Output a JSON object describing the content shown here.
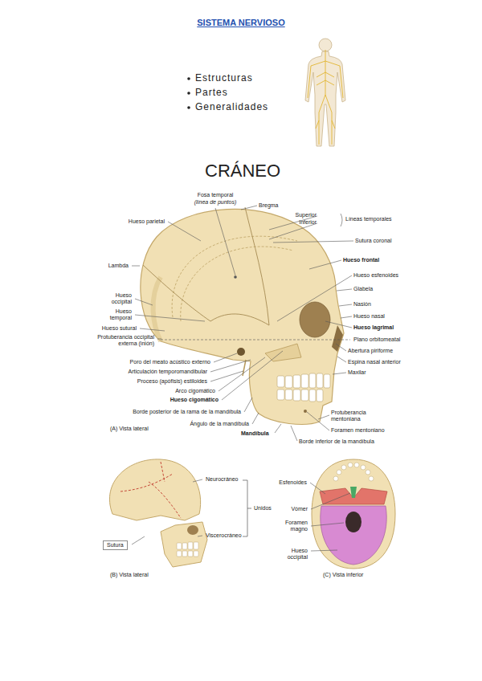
{
  "diagram": {
    "title": "SISTEMA NERVIOSO",
    "nodes": [
      {
        "text": [
          "Sutura"
        ]
      }
    ],
    "labels": [
      "Estructuras",
      "Partes",
      "Generalidades",
      "CRÁNEO",
      "Fosa temporal",
      "(línea de puntos)",
      "Bregma",
      "Superior",
      "Inferior",
      "Líneas temporales",
      "Hueso parietal",
      "Sutura coronal",
      "Lambda",
      "Hueso frontal",
      "Hueso esfenoides",
      "Glabela",
      "Hueso occipital",
      "Nasión",
      "Hueso temporal",
      "Hueso nasal",
      "Hueso lagrimal",
      "Hueso sutural",
      "Protuberancia occipital externa (inión)",
      "Plano orbitomeatal",
      "Abertura piriforme",
      "Poro del meato acústico externo",
      "Espina nasal anterior",
      "Articulación temporomandibular",
      "Maxilar",
      "Proceso (apófisis) estiloides",
      "Arco cigomático",
      "Hueso cigomático",
      "Borde posterior de la rama de la mandíbula",
      "Protuberancia mentoniana",
      "Ángulo de la mandíbula",
      "Foramen mentoniano",
      "(A) Vista lateral",
      "Mandíbula",
      "Borde inferior de la mandíbula",
      "Neurocráneo",
      "Esfenoides",
      "Unidos",
      "Vómer",
      "Foramen magno",
      "Viscerocráneo",
      "Hueso occipital",
      "(B) Vista lateral",
      "(C) Vista inferior"
    ]
  }
}
